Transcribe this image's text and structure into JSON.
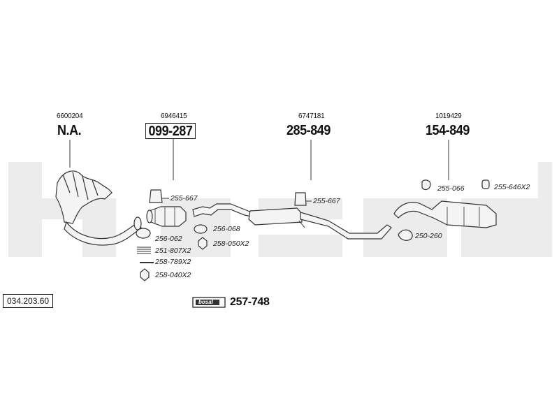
{
  "header_parts": [
    {
      "oem": "6600204",
      "code": "N.A.",
      "boxed": false
    },
    {
      "oem": "6946415",
      "code": "099-287",
      "boxed": true
    },
    {
      "oem": "6747181",
      "code": "285-849",
      "boxed": false
    },
    {
      "oem": "1019429",
      "code": "154-849",
      "boxed": false
    }
  ],
  "fittings": [
    "255-667",
    "255-667",
    "256-062",
    "256-068",
    "251-807X2",
    "258-050X2",
    "258-789X2",
    "258-040X2",
    "255-066",
    "255-646X2",
    "250-260"
  ],
  "reference": "034.203.60",
  "kit": {
    "code": "257-748",
    "logo": "bosal"
  },
  "watermark": "bosal",
  "colors": {
    "line": "#333333",
    "watermark": "#ececec",
    "part_fill": "#f4f4f4"
  }
}
